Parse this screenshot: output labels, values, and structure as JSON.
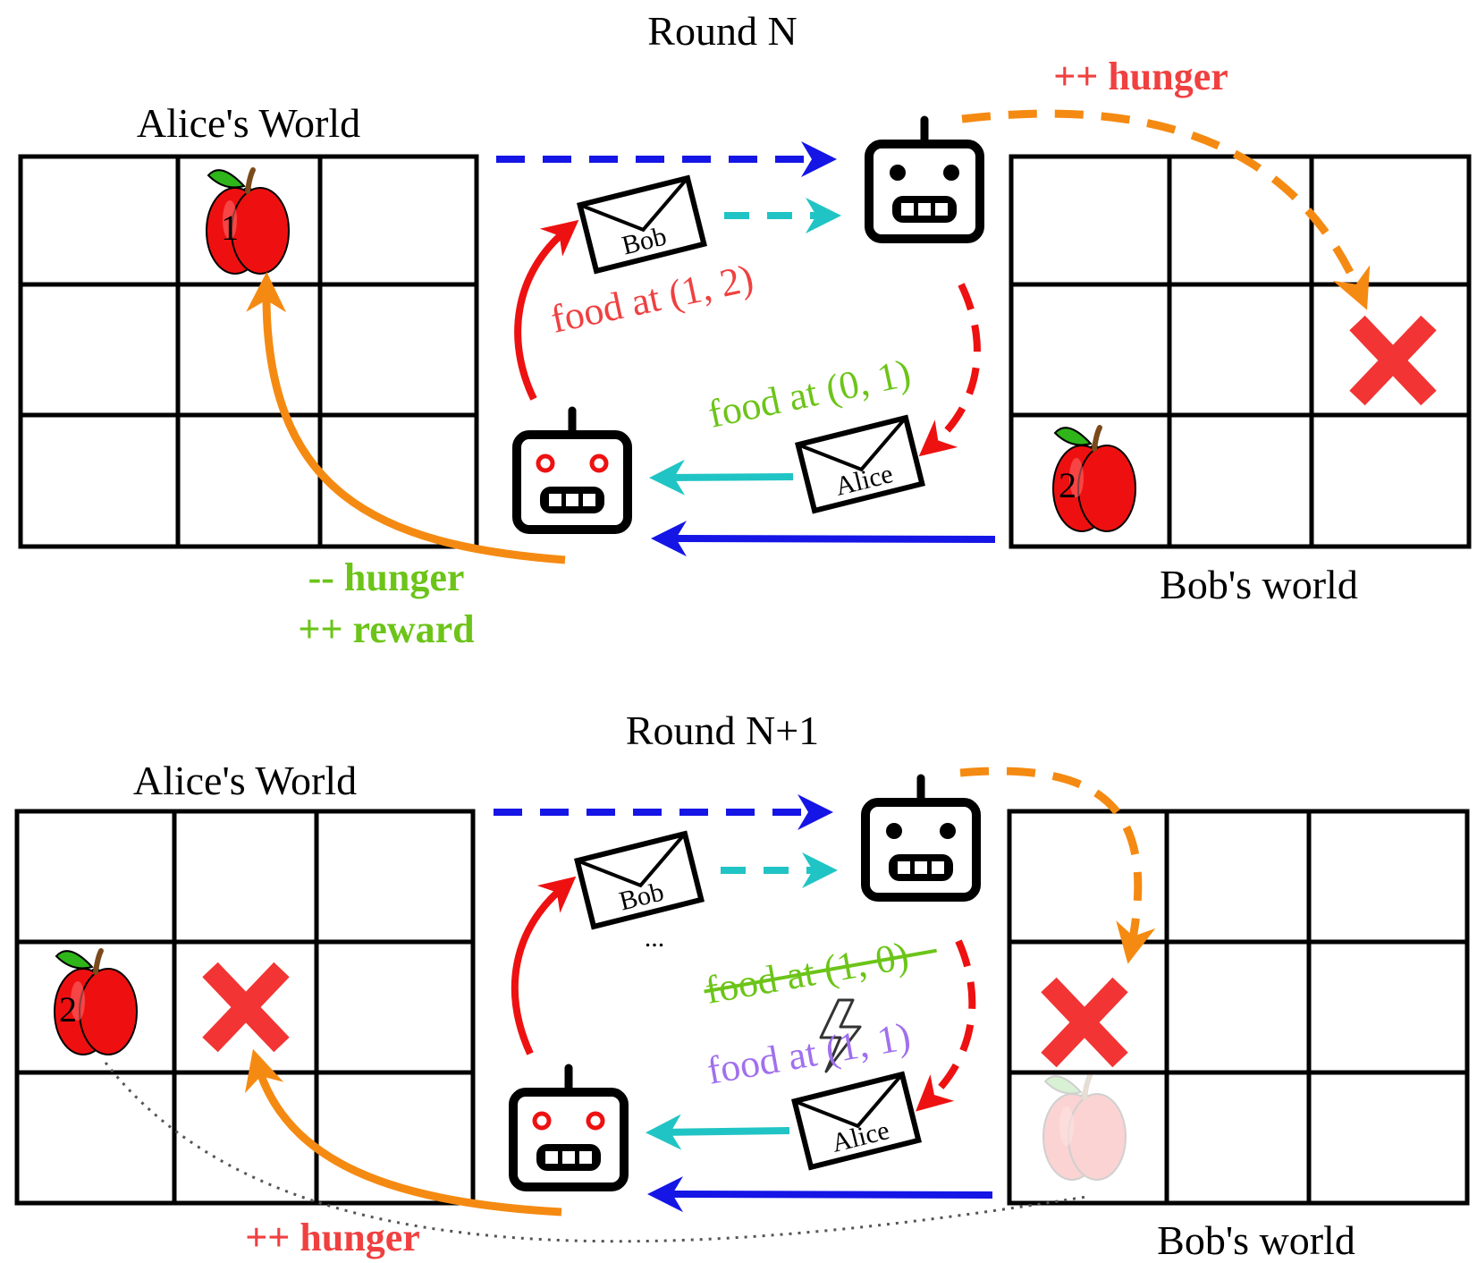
{
  "colors": {
    "blue": "#1515e6",
    "cyan": "#21c4c4",
    "red": "#ee1111",
    "orange": "#f58a12",
    "green": "#6cc418",
    "purple": "#a070ee",
    "x_red": "#f23434",
    "label_red": "#f04040",
    "apple_red": "#ee1010",
    "leaf_green": "#2fb51a"
  },
  "icons": [
    "robot-icon",
    "envelope-icon",
    "apple-icon",
    "lightning-icon",
    "x-mark-icon"
  ],
  "round1": {
    "title": "Round N",
    "alice_world": "Alice's World",
    "bob_world": "Bob's world",
    "alice_apple_num": "1",
    "bob_apple_num": "2",
    "bob_env_label": "Bob",
    "alice_env_label": "Alice",
    "msg_to_bob": "food at (1, 2)",
    "msg_to_alice": "food at (0, 1)",
    "bob_effect": "++ hunger",
    "alice_effect_1": "-- hunger",
    "alice_effect_2": "++ reward"
  },
  "round2": {
    "title": "Round N+1",
    "alice_world": "Alice's World",
    "bob_world": "Bob's world",
    "alice_apple_num": "2",
    "bob_env_label": "Bob",
    "alice_env_label": "Alice",
    "ellipsis": "...",
    "struck_msg": "food at (1, 0)",
    "corrupted_msg": "food at (1, 1)",
    "alice_effect": "++ hunger"
  }
}
